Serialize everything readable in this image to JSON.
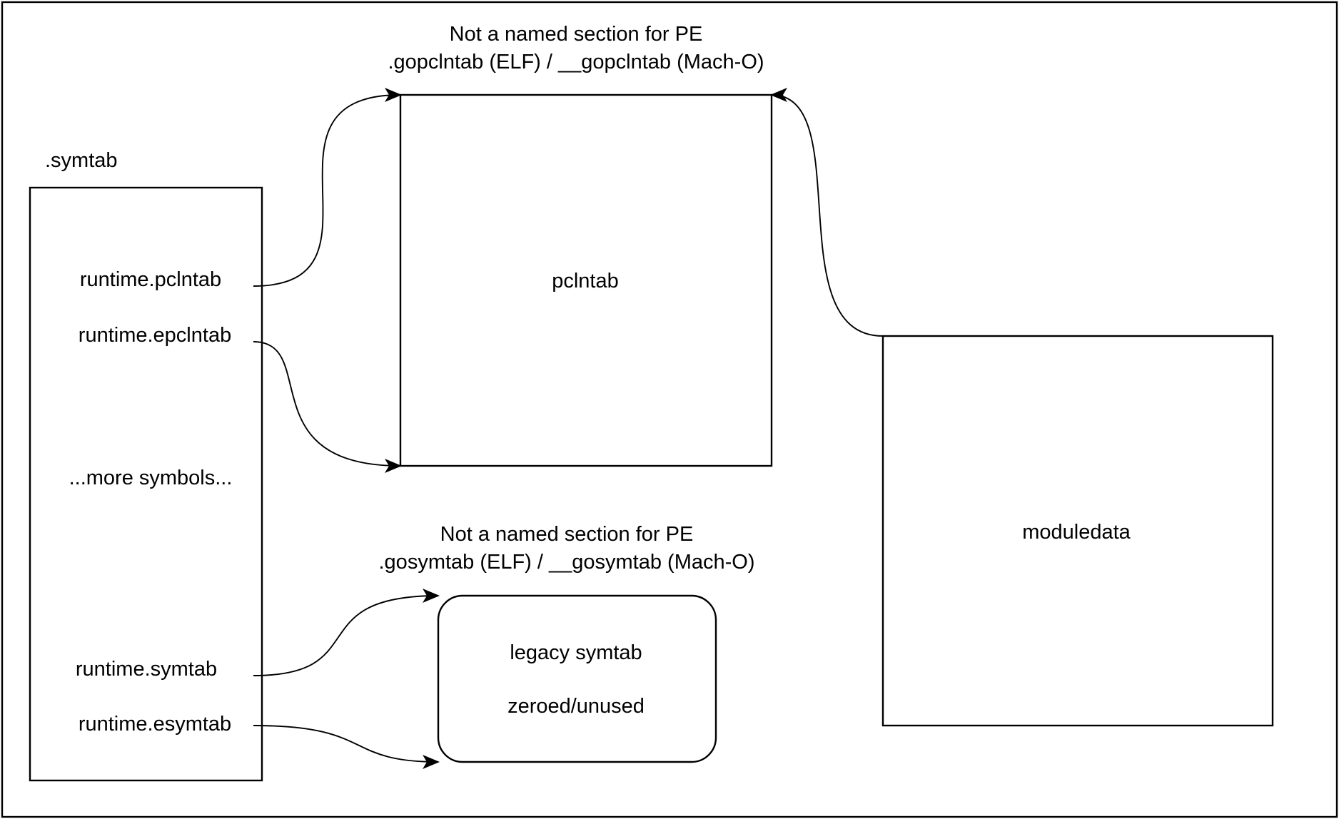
{
  "colors": {
    "stroke": "#000000",
    "background": "#ffffff",
    "text": "#000000"
  },
  "symtab": {
    "title": ".symtab",
    "entries": {
      "pclntab": "runtime.pclntab",
      "epclntab": "runtime.epclntab",
      "more": "...more symbols...",
      "symtab": "runtime.symtab",
      "esymtab": "runtime.esymtab"
    }
  },
  "pclntab": {
    "caption_line1": "Not a named section for PE",
    "caption_line2": ".gopclntab (ELF) / __gopclntab (Mach-O)",
    "label": "pclntab"
  },
  "legacy": {
    "caption_line1": "Not a named section for PE",
    "caption_line2": ".gosymtab (ELF) / __gosymtab (Mach-O)",
    "label_line1": "legacy symtab",
    "label_line2": "zeroed/unused"
  },
  "moduledata": {
    "label": "moduledata"
  }
}
